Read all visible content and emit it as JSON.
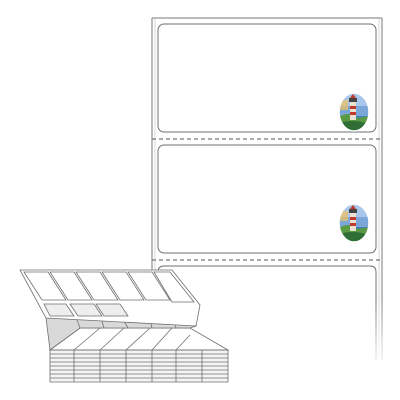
{
  "product": {
    "layout": "fanfold-labels",
    "label_count_shown": 3,
    "backing_color": "#ffffff",
    "outline_color": "#7a7a7a",
    "perforation_color": "#555555",
    "stack_shade_color": "#d9d9d9",
    "labels": [
      {
        "id": "label-1",
        "icon": "lighthouse-icon"
      },
      {
        "id": "label-2",
        "icon": "lighthouse-icon"
      },
      {
        "id": "label-3",
        "icon": null
      }
    ]
  }
}
